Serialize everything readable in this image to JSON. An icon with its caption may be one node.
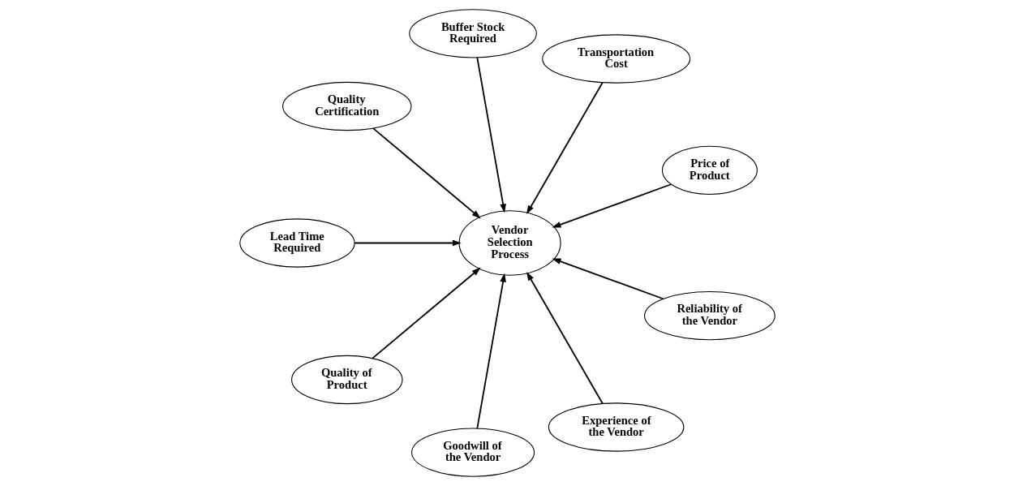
{
  "diagram": {
    "nodes": [
      {
        "text": [
          "Price of Product"
        ]
      },
      {
        "text": [
          "Transportation Cost"
        ]
      },
      {
        "text": [
          "Buffer Stock Required"
        ]
      },
      {
        "text": [
          "Quality Certification"
        ]
      },
      {
        "text": [
          "Lead Time Required"
        ]
      },
      {
        "text": [
          "Vendor Selection Process"
        ]
      },
      {
        "text": [
          "Quality of Product"
        ]
      },
      {
        "text": [
          "Goodwill of the Vendor"
        ]
      },
      {
        "text": [
          "Experience of the Vendor"
        ]
      },
      {
        "text": [
          "Reliability of the Vendor"
        ]
      }
    ],
    "edges": [
      {
        "from": 0,
        "to": 5,
        "arrow": "to"
      },
      {
        "from": 1,
        "to": 5,
        "arrow": "to"
      },
      {
        "from": 2,
        "to": 5,
        "arrow": "to"
      },
      {
        "from": 3,
        "to": 5,
        "arrow": "to"
      },
      {
        "from": 4,
        "to": 5,
        "arrow": "to"
      },
      {
        "from": 6,
        "to": 5,
        "arrow": "to"
      },
      {
        "from": 7,
        "to": 5,
        "arrow": "to"
      },
      {
        "from": 8,
        "to": 5,
        "arrow": "to"
      },
      {
        "from": 9,
        "to": 5,
        "arrow": "to"
      }
    ]
  }
}
